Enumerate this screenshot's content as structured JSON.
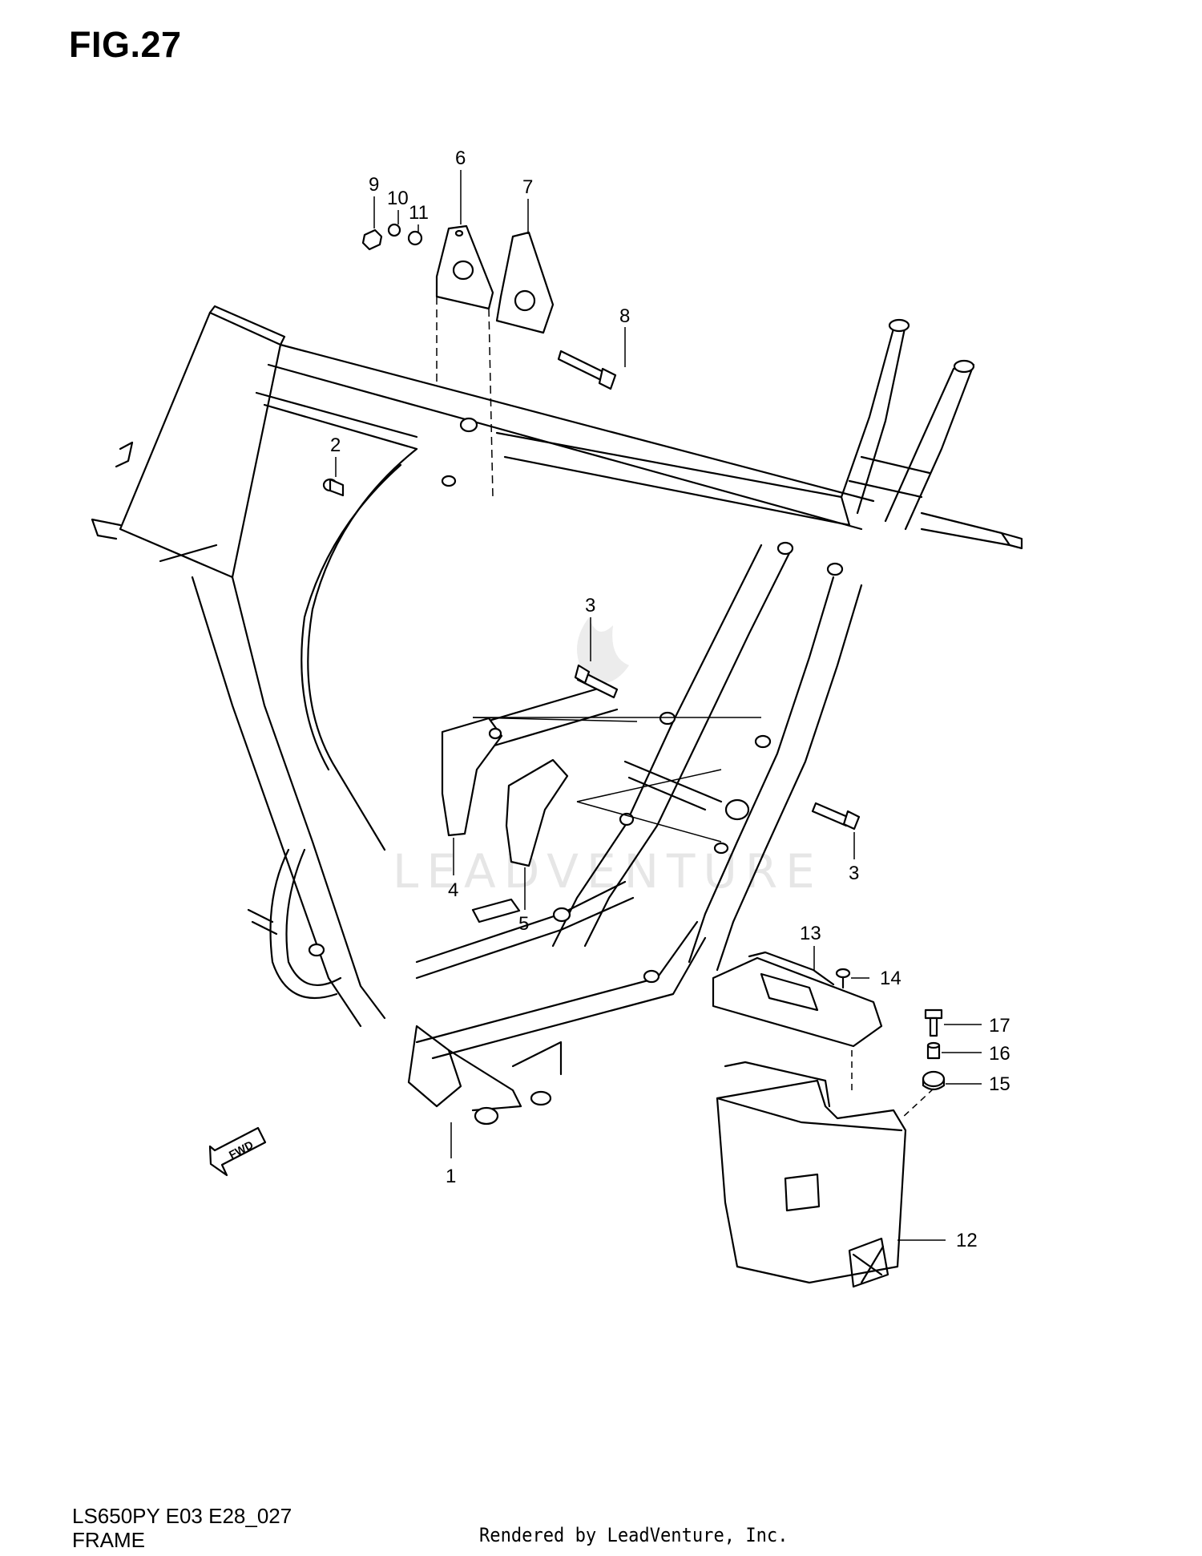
{
  "figure": {
    "title": "FIG.27",
    "model": "LS650PY E03 E28_027",
    "section": "FRAME",
    "credit": "Rendered by LeadVenture, Inc.",
    "watermark": "LEADVENTURE",
    "fwd_label": "FWD"
  },
  "callouts": [
    {
      "id": "1",
      "label": "1"
    },
    {
      "id": "2",
      "label": "2"
    },
    {
      "id": "3a",
      "label": "3"
    },
    {
      "id": "3b",
      "label": "3"
    },
    {
      "id": "4",
      "label": "4"
    },
    {
      "id": "5",
      "label": "5"
    },
    {
      "id": "6",
      "label": "6"
    },
    {
      "id": "7",
      "label": "7"
    },
    {
      "id": "8",
      "label": "8"
    },
    {
      "id": "9",
      "label": "9"
    },
    {
      "id": "10",
      "label": "10"
    },
    {
      "id": "11",
      "label": "11"
    },
    {
      "id": "12",
      "label": "12"
    },
    {
      "id": "13",
      "label": "13"
    },
    {
      "id": "14",
      "label": "14"
    },
    {
      "id": "15",
      "label": "15"
    },
    {
      "id": "16",
      "label": "16"
    },
    {
      "id": "17",
      "label": "17"
    }
  ]
}
